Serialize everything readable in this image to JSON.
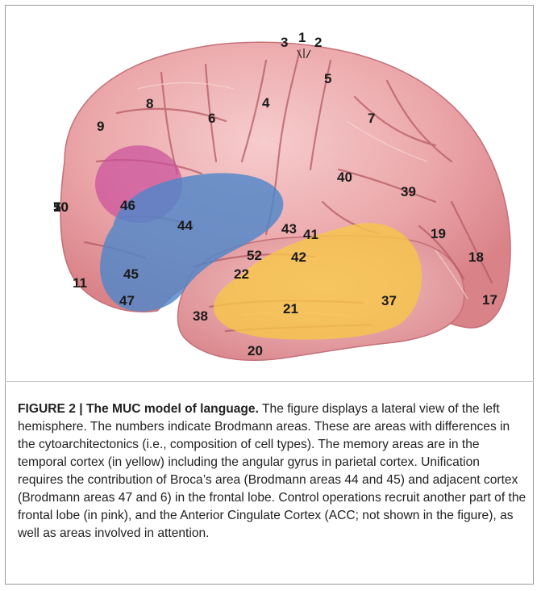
{
  "figure": {
    "label": "FIGURE 2 | ",
    "title": "The MUC model of language.",
    "caption": " The figure displays a lateral view of the left hemisphere. The numbers indicate Brodmann areas. These are areas with differences in the cytoarchitectonics (i.e., composition of cell types). The memory areas are in the temporal cortex (in yellow) including the angular gyrus in parietal cortex. Unification requires the contribution of Broca’s area (Brodmann areas 44 and 45) and adjacent cortex (Brodmann areas 47 and 6) in the frontal lobe. Control operations recruit another part of the frontal lobe (in pink), and the Anterior Cingulate Cortex (ACC; not shown in the figure), as well as areas involved in attention."
  },
  "brodmann_areas": [
    "1",
    "2",
    "3",
    "4",
    "5",
    "6",
    "7",
    "8",
    "9",
    "10",
    "11",
    "17",
    "18",
    "19",
    "20",
    "21",
    "22",
    "37",
    "38",
    "39",
    "40",
    "41",
    "42",
    "43",
    "44",
    "45",
    "46",
    "47",
    "52"
  ],
  "colors": {
    "brain": "#e9a0a4",
    "brain_light": "#f3c3c5",
    "sulcus": "#b85a63",
    "control_region": "#c94e9b",
    "unification_region": "#4f86c9",
    "memory_region": "#f6c64a"
  }
}
